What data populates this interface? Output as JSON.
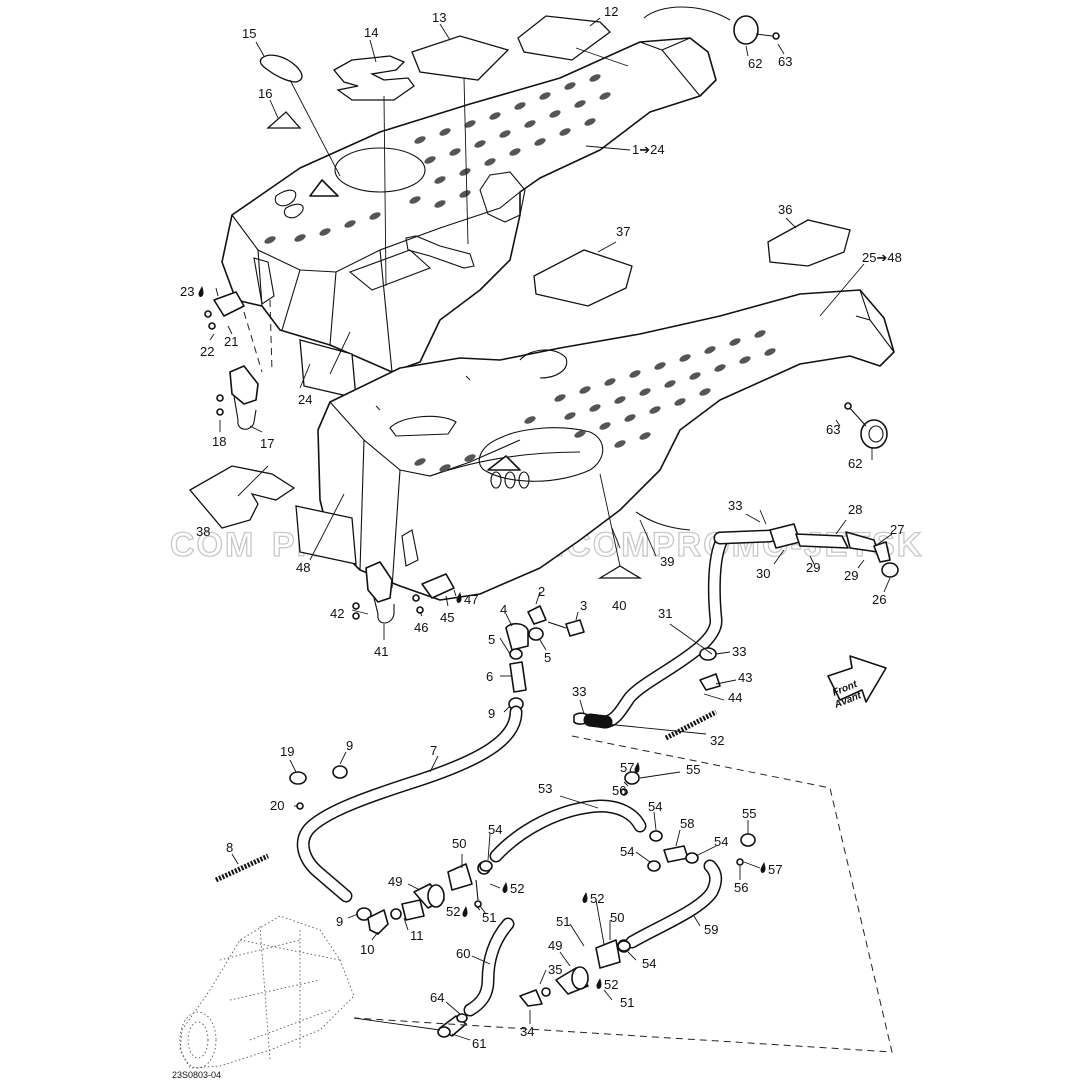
{
  "diagram": {
    "reference_code": "23S0803-04",
    "watermark_left": "COM",
    "watermark_center": "PROMO-JETSKI.COM",
    "watermark_right": "PROMO-JETSK",
    "direction_label_line1": "Front",
    "direction_label_line2": "Avant",
    "callouts": [
      {
        "id": "c1",
        "text": "1➔24"
      },
      {
        "id": "c2",
        "text": "2"
      },
      {
        "id": "c3",
        "text": "3"
      },
      {
        "id": "c4",
        "text": "4"
      },
      {
        "id": "c5a",
        "text": "5"
      },
      {
        "id": "c5b",
        "text": "5"
      },
      {
        "id": "c6",
        "text": "6"
      },
      {
        "id": "c7",
        "text": "7"
      },
      {
        "id": "c8",
        "text": "8"
      },
      {
        "id": "c9a",
        "text": "9"
      },
      {
        "id": "c9b",
        "text": "9"
      },
      {
        "id": "c9c",
        "text": "9"
      },
      {
        "id": "c10",
        "text": "10"
      },
      {
        "id": "c11",
        "text": "11"
      },
      {
        "id": "c12",
        "text": "12"
      },
      {
        "id": "c13",
        "text": "13"
      },
      {
        "id": "c14",
        "text": "14"
      },
      {
        "id": "c15",
        "text": "15"
      },
      {
        "id": "c16",
        "text": "16"
      },
      {
        "id": "c17",
        "text": "17"
      },
      {
        "id": "c18",
        "text": "18"
      },
      {
        "id": "c19",
        "text": "19"
      },
      {
        "id": "c20",
        "text": "20"
      },
      {
        "id": "c21",
        "text": "21"
      },
      {
        "id": "c22",
        "text": "22"
      },
      {
        "id": "c23",
        "text": "23"
      },
      {
        "id": "c24",
        "text": "24"
      },
      {
        "id": "c25",
        "text": "25➔48"
      },
      {
        "id": "c26",
        "text": "26"
      },
      {
        "id": "c27",
        "text": "27"
      },
      {
        "id": "c28",
        "text": "28"
      },
      {
        "id": "c29a",
        "text": "29"
      },
      {
        "id": "c29b",
        "text": "29"
      },
      {
        "id": "c30",
        "text": "30"
      },
      {
        "id": "c31",
        "text": "31"
      },
      {
        "id": "c32",
        "text": "32"
      },
      {
        "id": "c33a",
        "text": "33"
      },
      {
        "id": "c33b",
        "text": "33"
      },
      {
        "id": "c33c",
        "text": "33"
      },
      {
        "id": "c34",
        "text": "34"
      },
      {
        "id": "c35",
        "text": "35"
      },
      {
        "id": "c36",
        "text": "36"
      },
      {
        "id": "c37",
        "text": "37"
      },
      {
        "id": "c38",
        "text": "38"
      },
      {
        "id": "c39",
        "text": "39"
      },
      {
        "id": "c40",
        "text": "40"
      },
      {
        "id": "c41",
        "text": "41"
      },
      {
        "id": "c42",
        "text": "42"
      },
      {
        "id": "c43",
        "text": "43"
      },
      {
        "id": "c44",
        "text": "44"
      },
      {
        "id": "c45",
        "text": "45"
      },
      {
        "id": "c46",
        "text": "46"
      },
      {
        "id": "c47",
        "text": "47"
      },
      {
        "id": "c48",
        "text": "48"
      },
      {
        "id": "c49a",
        "text": "49"
      },
      {
        "id": "c49b",
        "text": "49"
      },
      {
        "id": "c50a",
        "text": "50"
      },
      {
        "id": "c50b",
        "text": "50"
      },
      {
        "id": "c51a",
        "text": "51"
      },
      {
        "id": "c51b",
        "text": "51"
      },
      {
        "id": "c51c",
        "text": "51"
      },
      {
        "id": "c52a",
        "text": "52"
      },
      {
        "id": "c52b",
        "text": "52"
      },
      {
        "id": "c52c",
        "text": "52"
      },
      {
        "id": "c52d",
        "text": "52"
      },
      {
        "id": "c53",
        "text": "53"
      },
      {
        "id": "c54a",
        "text": "54"
      },
      {
        "id": "c54b",
        "text": "54"
      },
      {
        "id": "c54c",
        "text": "54"
      },
      {
        "id": "c54d",
        "text": "54"
      },
      {
        "id": "c54e",
        "text": "54"
      },
      {
        "id": "c55a",
        "text": "55"
      },
      {
        "id": "c55b",
        "text": "55"
      },
      {
        "id": "c56a",
        "text": "56"
      },
      {
        "id": "c56b",
        "text": "56"
      },
      {
        "id": "c57a",
        "text": "57"
      },
      {
        "id": "c57b",
        "text": "57"
      },
      {
        "id": "c58",
        "text": "58"
      },
      {
        "id": "c59",
        "text": "59"
      },
      {
        "id": "c60",
        "text": "60"
      },
      {
        "id": "c61",
        "text": "61"
      },
      {
        "id": "c62a",
        "text": "62"
      },
      {
        "id": "c62b",
        "text": "62"
      },
      {
        "id": "c63a",
        "text": "63"
      },
      {
        "id": "c63b",
        "text": "63"
      },
      {
        "id": "c64",
        "text": "64"
      }
    ]
  }
}
